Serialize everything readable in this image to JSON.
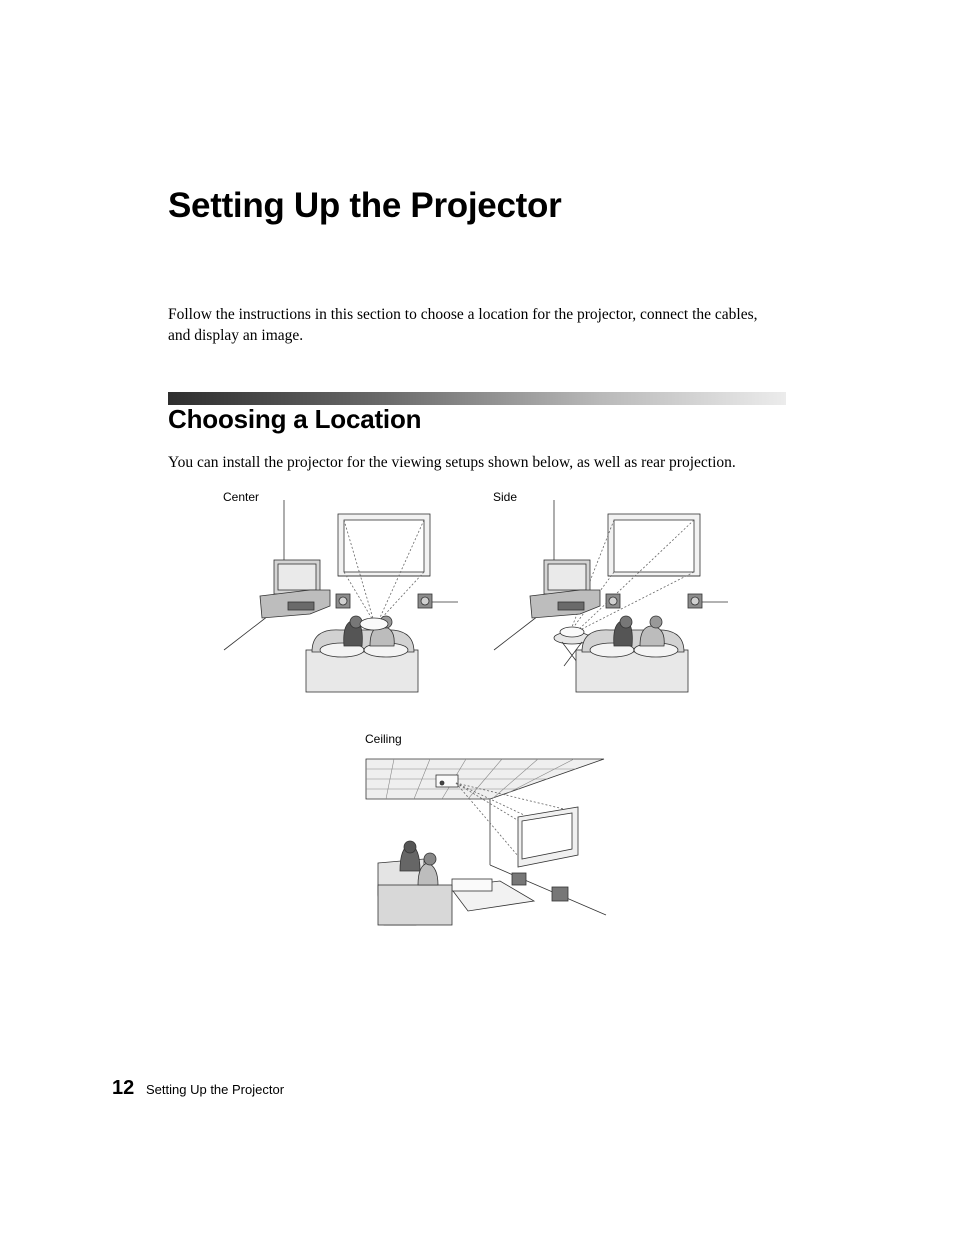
{
  "chapter": {
    "title": "Setting Up the Projector",
    "intro": "Follow the instructions in this section to choose a location for the projector, connect the cables, and display an image."
  },
  "section": {
    "title": "Choosing a Location",
    "body": "You can install the projector for the viewing setups shown below, as well as rear projection."
  },
  "figures": {
    "center_label": "Center",
    "side_label": "Side",
    "ceiling_label": "Ceiling"
  },
  "footer": {
    "page_number": "12",
    "title": "Setting Up the Projector"
  }
}
